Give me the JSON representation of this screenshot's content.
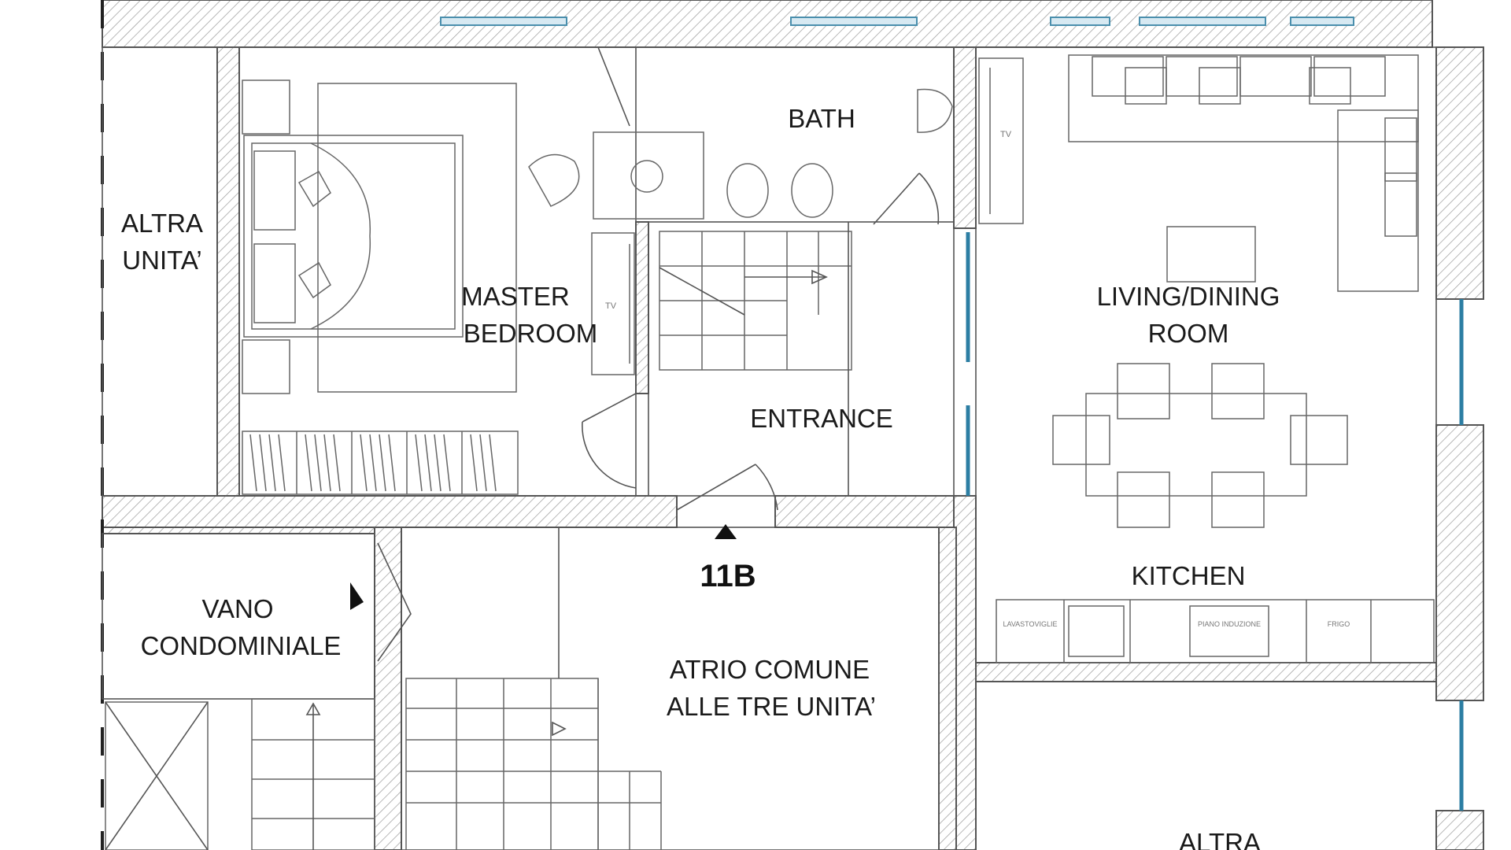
{
  "rooms": {
    "master_bedroom": [
      "MASTER",
      "BEDROOM"
    ],
    "bath": "BATH",
    "entrance": "ENTRANCE",
    "living_dining": [
      "LIVING/DINING",
      "ROOM"
    ],
    "kitchen": "KITCHEN",
    "altra_unita_left": [
      "ALTRA",
      "UNITA’"
    ],
    "vano_condominiale": [
      "VANO",
      "CONDOMINIALE"
    ],
    "atrio_comune": [
      "ATRIO COMUNE",
      "ALLE TRE UNITA’"
    ],
    "altra_bottom": "ALTRA"
  },
  "unit_number": "11B",
  "appliance_labels": {
    "tv_bedroom": "TV",
    "tv_living": "TV",
    "lavastoviglie": "LAVASTOVIGLIE",
    "piano_induzione": "PIANO INDUZIONE",
    "frigo": "FRIGO"
  }
}
